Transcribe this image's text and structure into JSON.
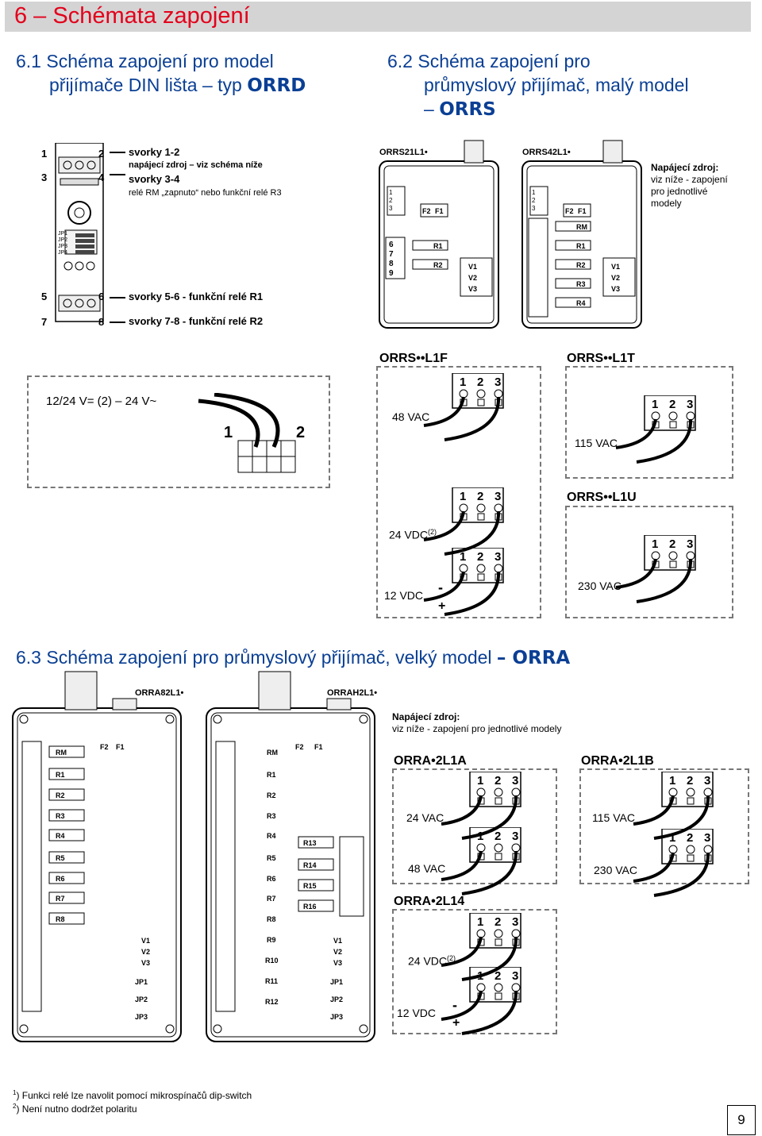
{
  "header": {
    "title": "6 – Schémata zapojení"
  },
  "sec61": {
    "line1": "6.1 Schéma zapojení pro model",
    "line2a": "přijímače DIN lišta – typ ",
    "line2b": "ORRD"
  },
  "sec62": {
    "line1": "6.2 Schéma zapojení pro",
    "line2": "průmyslový přijímač, malý model",
    "line3a": "– ",
    "line3b": "ORRS"
  },
  "sec63": {
    "text": "6.3 Schéma zapojení pro průmyslový přijímač, velký model ",
    "model": "– ORRA"
  },
  "din": {
    "t1": "1",
    "t2": "2",
    "t3": "3",
    "t4": "4",
    "t5": "5",
    "t6": "6",
    "t7": "7",
    "t8": "8",
    "note1": "svorky 1-2",
    "note2": "napájecí zdroj – viz schéma níže",
    "note3": "svorky 3-4",
    "note4": "relé RM „zapnuto“ nebo funkční relé R3",
    "note5": "svorky 5-6 - funkční relé R1",
    "note6": "svorky 7-8 - funkční relé R2",
    "jp": [
      "JP1",
      "JP2",
      "JP3",
      "JP4"
    ]
  },
  "orrs": {
    "model1": "ORRS21L1•",
    "model2": "ORRS42L1•",
    "supply_title": "Napájecí zdroj:",
    "supply_text": [
      "viz níže - zapojení",
      "pro jednotlivé",
      "modely"
    ]
  },
  "orrd_supply": {
    "label": "12/24 V= (2) – 24 V~",
    "t1": "1",
    "t2": "2"
  },
  "orrs_l1f": {
    "title": "ORRS••L1F",
    "v1": "48 VAC",
    "v2": "24 VDC",
    "v2sup": "(2)",
    "v3": "12 VDC"
  },
  "orrs_l1t": {
    "title": "ORRS••L1T",
    "v": "115 VAC"
  },
  "orrs_l1u": {
    "title": "ORRS••L1U",
    "v": "230 VAC"
  },
  "orra": {
    "model1": "ORRA82L1•",
    "model2": "ORRAH2L1•",
    "supply_title": "Napájecí zdroj:",
    "supply_text": "viz níže - zapojení pro jednotlivé modely"
  },
  "orra_2l1a": {
    "title": "ORRA•2L1A",
    "v1": "24 VAC",
    "v2": "48 VAC"
  },
  "orra_2l1b": {
    "title": "ORRA•2L1B",
    "v1": "115 VAC",
    "v2": "230 VAC"
  },
  "orra_2l14": {
    "title": "ORRA•2L14",
    "v1": "24 VDC",
    "v1sup": "(2)",
    "v2": "12 VDC"
  },
  "terminal_labels": [
    "1",
    "2",
    "3"
  ],
  "footnotes": {
    "f1sup": "1",
    "f1": ") Funkci relé lze navolit pomocí mikrospínačů dip-switch",
    "f2sup": "2",
    "f2": ") Není nutno dodržet polaritu"
  },
  "page_number": "9"
}
